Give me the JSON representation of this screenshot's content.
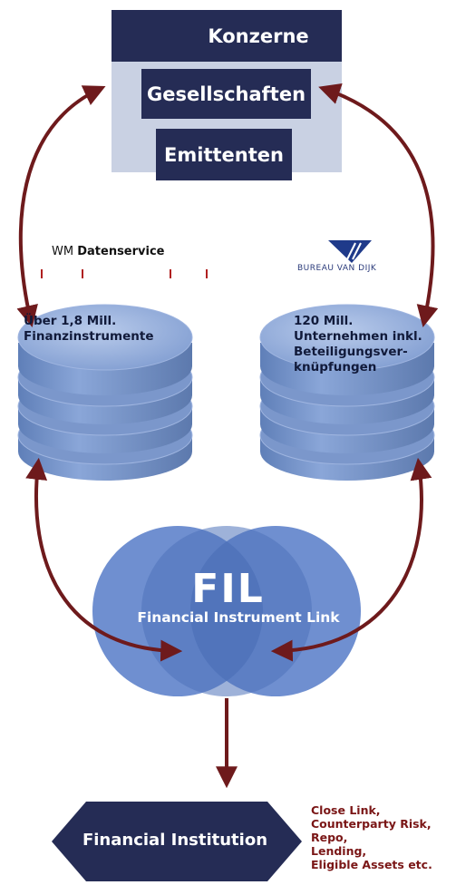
{
  "hierarchy": {
    "top": "Konzerne",
    "middle": "Gesellschaften",
    "bottom": "Emittenten"
  },
  "sources": {
    "wm_prefix": "WM",
    "wm_name": "Datenservice",
    "bvd": "BUREAU VAN DIJK"
  },
  "databases": {
    "left": {
      "line1": "Über 1,8 Mill.",
      "line2": "Finanzinstrumente"
    },
    "right": {
      "line1": "120 Mill.",
      "line2": "Unternehmen inkl.",
      "line3": "Beteiligungsver-",
      "line4": "knüpfungen"
    }
  },
  "fil": {
    "title": "FIL",
    "subtitle": "Financial Instrument Link"
  },
  "institution": {
    "label": "Financial Institution"
  },
  "uses": [
    "Close Link,",
    "Counterparty Risk,",
    "Repo,",
    "Lending,",
    "Eligible Assets etc."
  ],
  "colors": {
    "navy": "#252c55",
    "arrow": "#6e1a1c",
    "disk": "#7f9ccf",
    "circle": "#6f8fd0",
    "notes": "#7a1616"
  }
}
